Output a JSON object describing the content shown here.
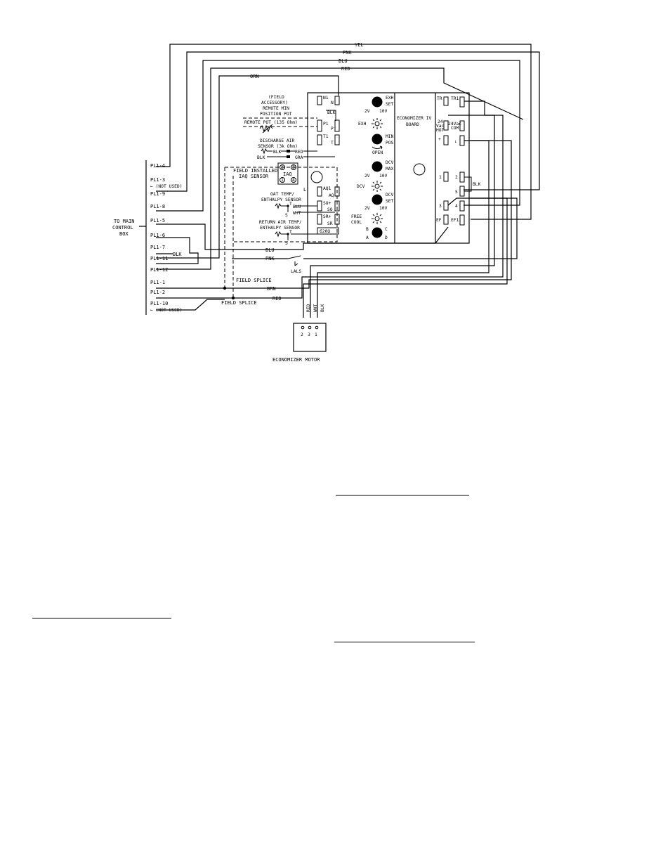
{
  "wire_colors": {
    "yel": "YEL",
    "pnk": "PNK",
    "blu": "BLU",
    "red": "RED",
    "orn": "ORN",
    "blk": "BLK",
    "brn": "BRN",
    "wht": "WHT",
    "gra": "GRA"
  },
  "main_box": {
    "label_1": "TO MAIN",
    "label_2": "CONTROL",
    "label_3": "BOX"
  },
  "plugs": {
    "pl1_4": "PL1-4",
    "pl1_3": "PL1-3",
    "pl1_3_note": "← (NOT USED)",
    "pl1_9": "PL1-9",
    "pl1_8": "PL1-8",
    "pl1_5": "PL1-5",
    "pl1_6": "PL1-6",
    "pl1_7": "PL1-7",
    "pl1_11": "PL1-11",
    "pl1_12": "PL1-12",
    "pl1_1": "PL1-1",
    "pl1_2": "PL1-2",
    "pl1_10": "PL1-10",
    "pl1_10_note": "← (NOT USED)"
  },
  "field_splice": "FIELD SPLICE",
  "pot": {
    "line1": "(FIELD",
    "line2": "ACCESSORY)",
    "line3": "REMOTE MIN",
    "line4": "POSITION POT",
    "remote": "REMOTE POT (135 Ohm)"
  },
  "das": {
    "line1": "DISCHARGE AIR",
    "line2": "SENSOR (3k Ohm)"
  },
  "iaq": {
    "line1": "FIELD INSTALLED",
    "line2": "IAQ SENSOR",
    "center": "IAQ",
    "t1": "1",
    "t2": "2",
    "t3": "3",
    "t4": "4",
    "l": "L"
  },
  "oat": {
    "line1": "OAT TEMP/",
    "line2": "ENTHALPY SENSOR"
  },
  "rat": {
    "line1": "RETURN AIR TEMP/",
    "line2": "ENTHALPY SENSOR"
  },
  "sensor_pins": {
    "t": "T",
    "s": "S",
    "plus": "+"
  },
  "resistor": "620Ω",
  "terminals": {
    "n1": "N1",
    "n": "N",
    "p1": "P1",
    "p": "P",
    "t1": "T1",
    "t": "T",
    "aq1": "AQ1",
    "aq": "AQ",
    "so_plus": "SO+",
    "so": "SO",
    "sr_plus": "SR+",
    "sr": "SR",
    "tr": "TR",
    "tr1": "TR1",
    "hot_24": "24",
    "hot_vac": "Vac",
    "hot": "HOT",
    "com_24": "24Vac",
    "com": "COM",
    "plus": "+",
    "minus": "↓",
    "r1": "1",
    "r2": "2",
    "r3": "3",
    "r4": "4",
    "r5": "5",
    "ef": "EF",
    "ef1": "EF1"
  },
  "pots": {
    "exh": "EXH",
    "exh_set": "SET",
    "min": "MIN",
    "min_pos": "POS",
    "open": "OPEN",
    "dcv": "DCV",
    "dcv_max": "MAX",
    "dcv_set": "SET",
    "v2": "2V",
    "v10": "10V",
    "free": "FREE",
    "cool": "COOL",
    "a": "A",
    "b": "B",
    "c": "C",
    "d": "D"
  },
  "board": {
    "line1": "ECONOMIZER IV",
    "line2": "BOARD"
  },
  "lals": "LALS",
  "motor": {
    "label": "ECONOMIZER MOTOR",
    "p2": "2",
    "p3": "3",
    "p1": "1"
  }
}
